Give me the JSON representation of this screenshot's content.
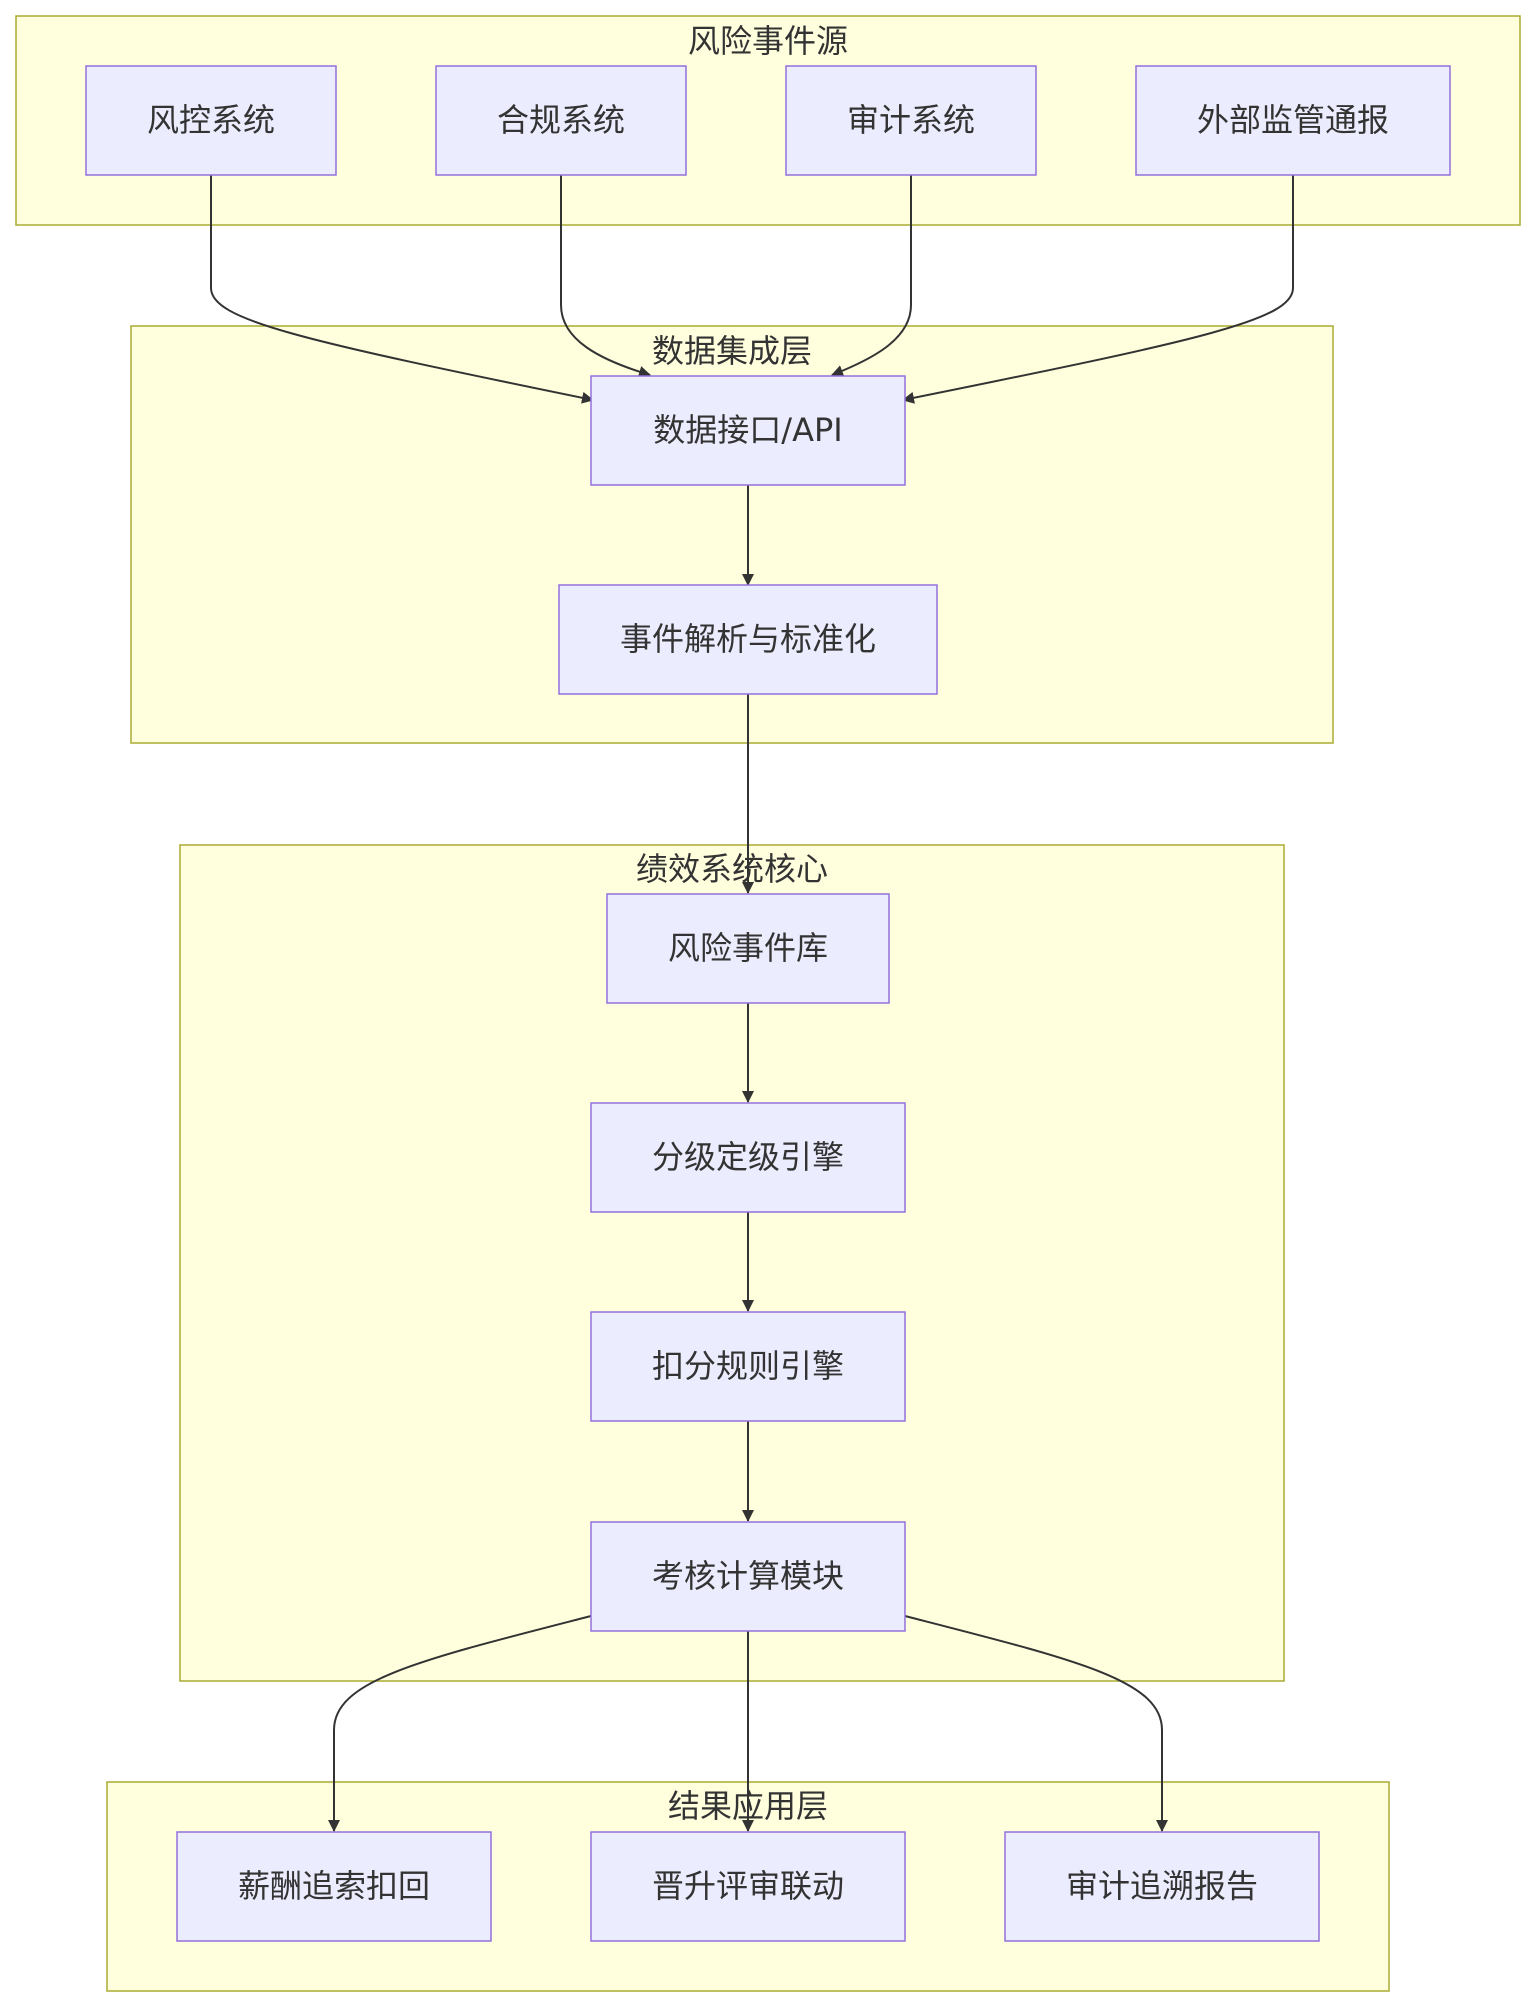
{
  "diagram": {
    "groups": {
      "sources": {
        "title": "风险事件源"
      },
      "integration": {
        "title": "数据集成层"
      },
      "core": {
        "title": "绩效系统核心"
      },
      "results": {
        "title": "结果应用层"
      }
    },
    "nodes": {
      "risk_control": "风控系统",
      "compliance": "合规系统",
      "audit": "审计系统",
      "external": "外部监管通报",
      "data_api": "数据接口/API",
      "parse": "事件解析与标准化",
      "event_lib": "风险事件库",
      "grading": "分级定级引擎",
      "deduction": "扣分规则引擎",
      "calc": "考核计算模块",
      "clawback": "薪酬追索扣回",
      "promotion": "晋升评审联动",
      "trace": "审计追溯报告"
    },
    "edges": [
      {
        "from": "risk_control",
        "to": "data_api"
      },
      {
        "from": "compliance",
        "to": "data_api"
      },
      {
        "from": "audit",
        "to": "data_api"
      },
      {
        "from": "external",
        "to": "data_api"
      },
      {
        "from": "data_api",
        "to": "parse"
      },
      {
        "from": "parse",
        "to": "event_lib"
      },
      {
        "from": "event_lib",
        "to": "grading"
      },
      {
        "from": "grading",
        "to": "deduction"
      },
      {
        "from": "deduction",
        "to": "calc"
      },
      {
        "from": "calc",
        "to": "clawback"
      },
      {
        "from": "calc",
        "to": "promotion"
      },
      {
        "from": "calc",
        "to": "trace"
      }
    ],
    "colors": {
      "group_fill": "#ffffde",
      "group_border": "#aaaa33",
      "node_fill": "#ececff",
      "node_border": "#9370db",
      "edge": "#333333",
      "text": "#333333"
    }
  }
}
